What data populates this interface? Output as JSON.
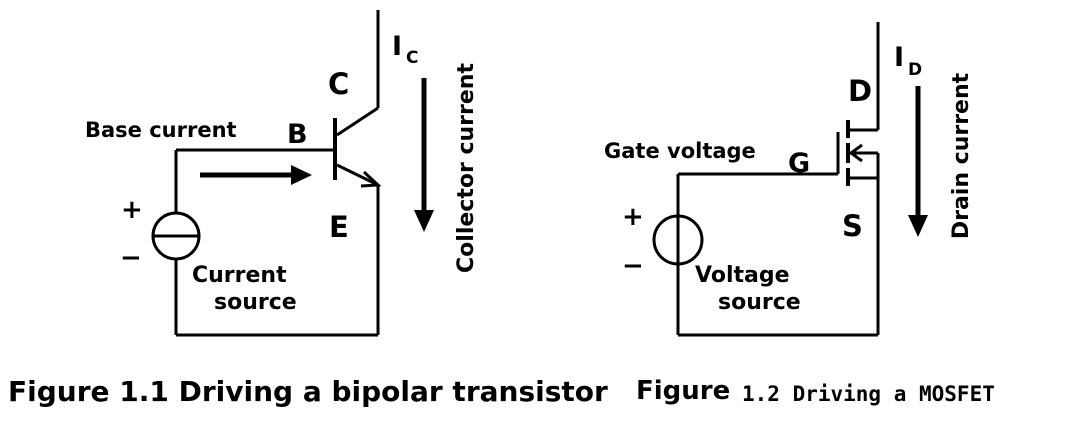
{
  "figure1": {
    "caption": "Figure 1.1 Driving a bipolar transistor",
    "base_current": "Base current",
    "terminal_b": "B",
    "terminal_c": "C",
    "terminal_e": "E",
    "ic_main": "I",
    "ic_sub": "C",
    "collector_current": "Collector current",
    "plus": "+",
    "minus": "−",
    "source_line1": "Current",
    "source_line2": "source"
  },
  "figure2": {
    "caption_part1": "Figure",
    "caption_part2": "1.2 Driving a MOSFET",
    "gate_voltage": "Gate voltage",
    "terminal_g": "G",
    "terminal_d": "D",
    "terminal_s": "S",
    "id_main": "I",
    "id_sub": "D",
    "drain_current": "Drain current",
    "plus": "+",
    "minus": "−",
    "source_line1": "Voltage",
    "source_line2": "source"
  }
}
